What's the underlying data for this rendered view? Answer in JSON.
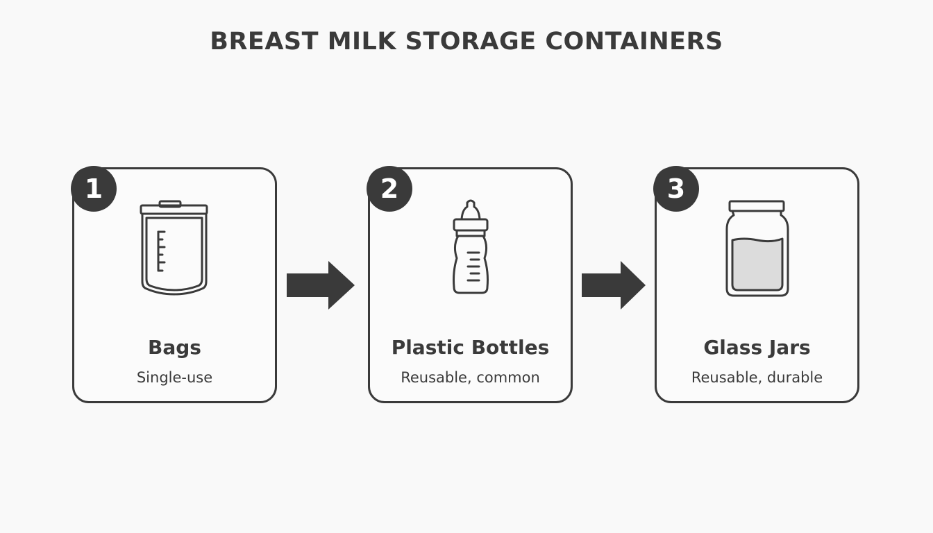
{
  "title": "BREAST MILK STORAGE CONTAINERS",
  "steps": [
    {
      "number": "1",
      "label": "Bags",
      "description": "Single-use",
      "icon": "storage-bag-icon"
    },
    {
      "number": "2",
      "label": "Plastic Bottles",
      "description": "Reusable, common",
      "icon": "baby-bottle-icon"
    },
    {
      "number": "3",
      "label": "Glass Jars",
      "description": "Reusable, durable",
      "icon": "glass-jar-icon"
    }
  ],
  "colors": {
    "ink": "#3a3a3a",
    "background": "#f9f9f9"
  }
}
